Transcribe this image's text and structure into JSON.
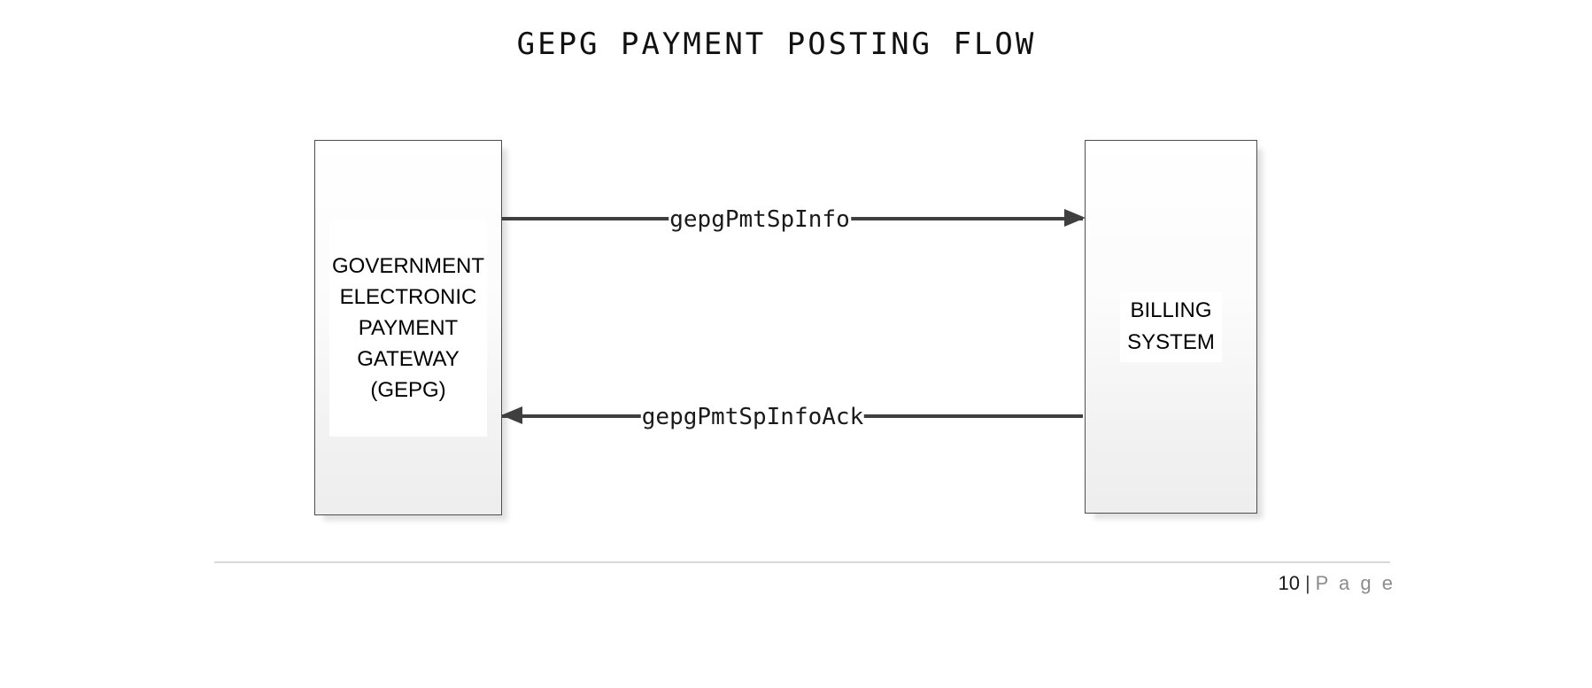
{
  "page": {
    "title": "GEPG PAYMENT POSTING FLOW"
  },
  "diagram": {
    "nodes": {
      "left": {
        "lines": [
          "GOVERNMENT",
          "ELECTRONIC",
          "PAYMENT",
          "GATEWAY",
          "(GEPG)"
        ]
      },
      "right": {
        "lines": [
          "BILLING",
          "SYSTEM"
        ]
      }
    },
    "flows": {
      "request": {
        "label": "gepgPmtSpInfo",
        "direction": "left-to-right"
      },
      "ack": {
        "label": "gepgPmtSpInfoAck",
        "direction": "right-to-left"
      }
    }
  },
  "footer": {
    "page_number": "10",
    "divider": "|",
    "page_word": "P a g e"
  },
  "colors": {
    "arrow": "#3f3f3f",
    "box-border": "#4d4d4d",
    "rule": "#d9d9d9",
    "page-gray": "#8c8c8c",
    "ink": "#111111"
  }
}
